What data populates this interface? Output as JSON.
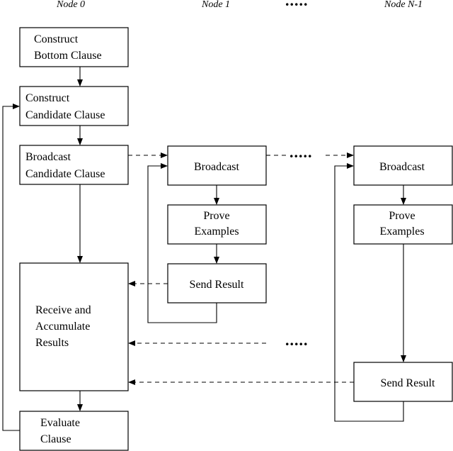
{
  "headers": {
    "node0": "Node 0",
    "node1": "Node 1",
    "dots": ".....",
    "nodeN": "Node N-1"
  },
  "node0": {
    "construct_bottom": [
      "Construct",
      "Bottom Clause"
    ],
    "construct_candidate": [
      "Construct",
      "Candidate Clause"
    ],
    "broadcast_candidate": [
      "Broadcast",
      "Candidate Clause"
    ],
    "receive": [
      "Receive and",
      "Accumulate",
      "Results"
    ],
    "evaluate": [
      "Evaluate",
      "Clause"
    ]
  },
  "node1": {
    "broadcast": "Broadcast",
    "prove": [
      "Prove",
      "Examples"
    ],
    "send": "Send Result"
  },
  "nodeN": {
    "broadcast": "Broadcast",
    "prove": [
      "Prove",
      "Examples"
    ],
    "send": "Send Result"
  },
  "between_dots": ".....",
  "middle_dots": "....."
}
